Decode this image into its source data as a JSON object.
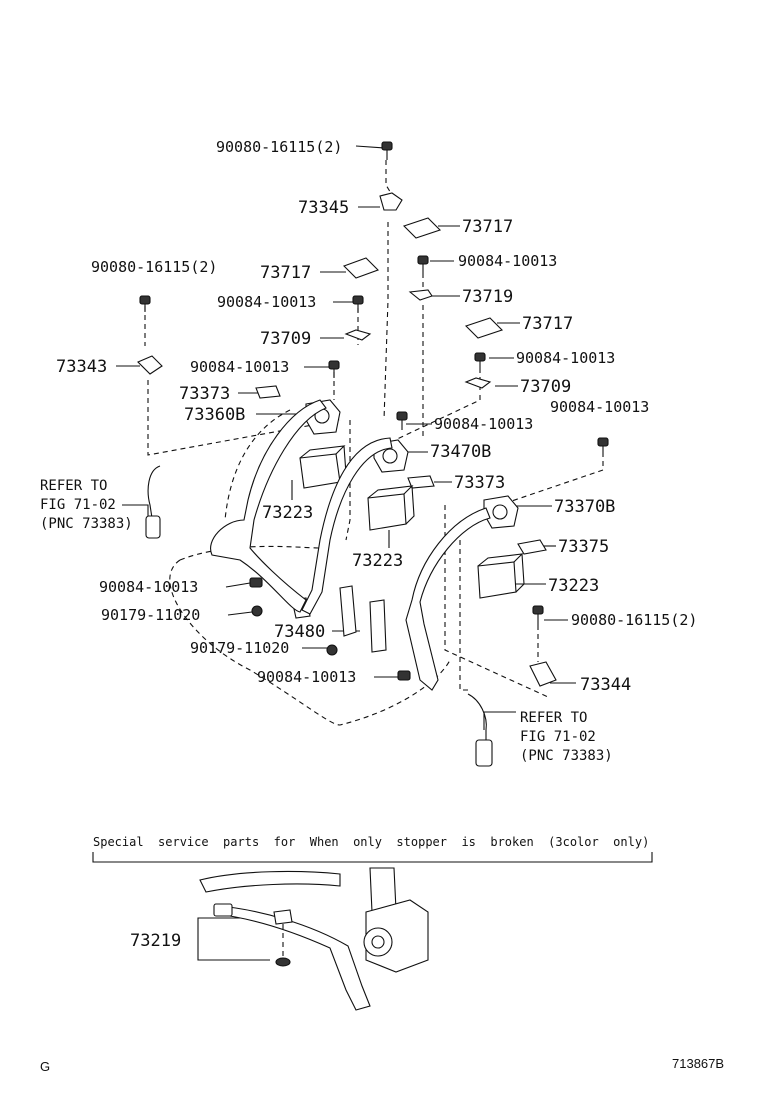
{
  "diagram": {
    "labels": {
      "l1": "90080-16115(2)",
      "l2": "73345",
      "l3": "73717",
      "l4": "90084-10013",
      "l5": "73719",
      "l6": "90080-16115(2)",
      "l7": "73717",
      "l8": "90084-10013",
      "l9": "73717",
      "l10": "73709",
      "l11": "90084-10013",
      "l12": "73343",
      "l13": "90084-10013",
      "l14": "73709",
      "l15": "73373",
      "l16": "90084-10013",
      "l17": "73360B",
      "l18": "90084-10013",
      "l19": "73470B",
      "l20": "73373",
      "l21": "73370B",
      "l22": "73223",
      "l23": "73223",
      "l24": "73375",
      "l25": "73223",
      "l26": "90084-10013",
      "l27": "90080-16115(2)",
      "l28": "90179-11020",
      "l29": "73480",
      "l30": "90179-11020",
      "l31": "73344",
      "l32": "90084-10013",
      "l33": "73219"
    },
    "refs": {
      "left_line1": "REFER TO",
      "left_line2": "FIG 71-02",
      "left_line3": "(PNC 73383)",
      "right_line1": "REFER TO",
      "right_line2": "FIG 71-02",
      "right_line3": "(PNC 73383)"
    },
    "note": "Special  service  parts  for  When  only  stopper  is  broken  (3color  only)",
    "corner_left": "G",
    "corner_right": "713867B"
  }
}
